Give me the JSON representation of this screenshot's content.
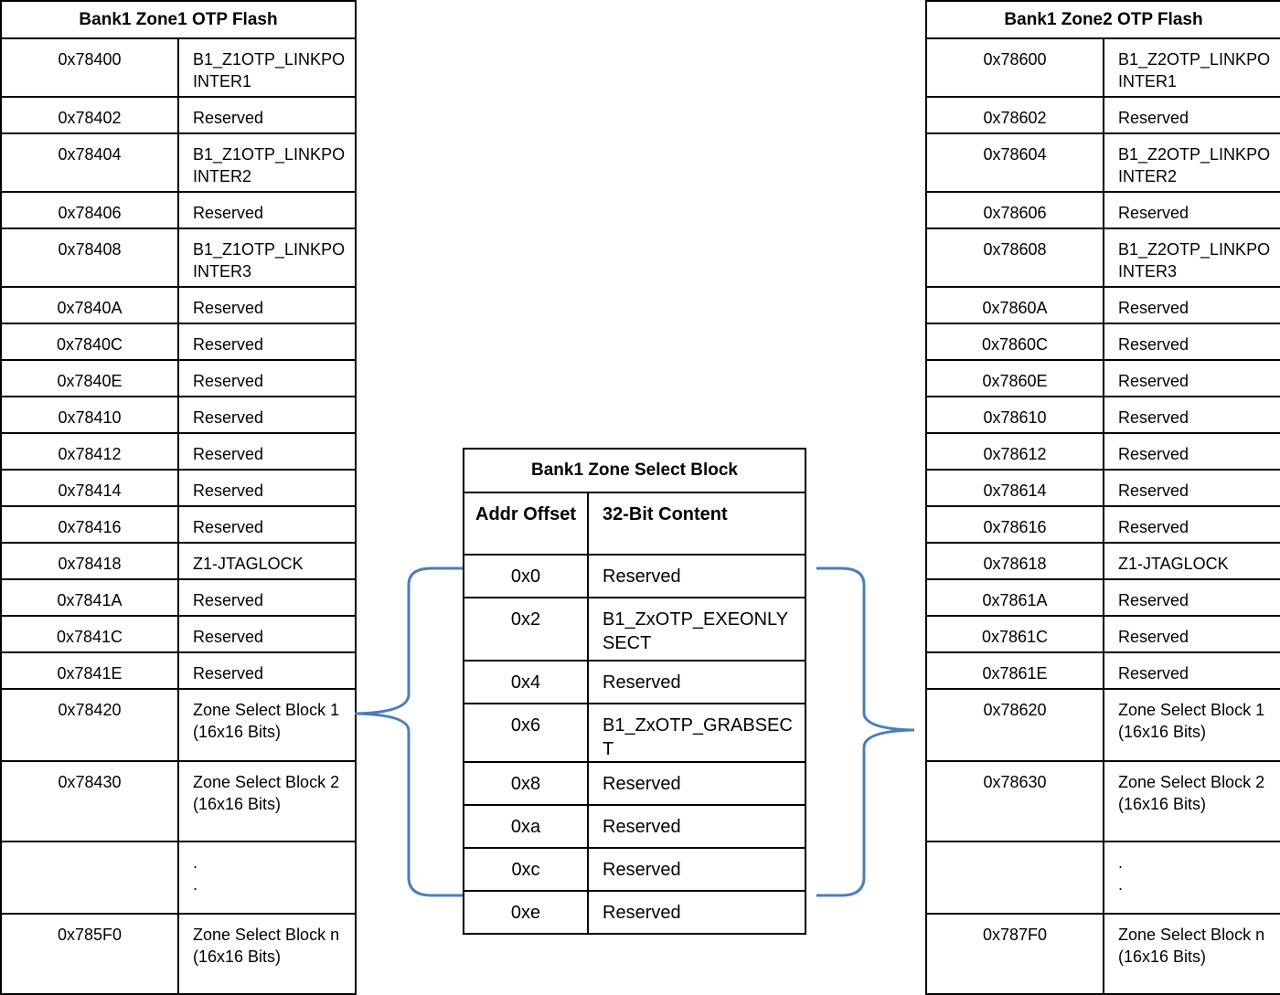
{
  "zone1": {
    "title": "Bank1 Zone1 OTP Flash",
    "rows": [
      {
        "addr": "0x78400",
        "content": "B1_Z1OTP_LINKPOINTER1"
      },
      {
        "addr": "0x78402",
        "content": "Reserved"
      },
      {
        "addr": "0x78404",
        "content": "B1_Z1OTP_LINKPOINTER2"
      },
      {
        "addr": "0x78406",
        "content": "Reserved"
      },
      {
        "addr": "0x78408",
        "content": "B1_Z1OTP_LINKPOINTER3"
      },
      {
        "addr": "0x7840A",
        "content": "Reserved"
      },
      {
        "addr": "0x7840C",
        "content": "Reserved"
      },
      {
        "addr": "0x7840E",
        "content": "Reserved"
      },
      {
        "addr": "0x78410",
        "content": "Reserved"
      },
      {
        "addr": "0x78412",
        "content": "Reserved"
      },
      {
        "addr": "0x78414",
        "content": "Reserved"
      },
      {
        "addr": "0x78416",
        "content": "Reserved"
      },
      {
        "addr": "0x78418",
        "content": "Z1-JTAGLOCK"
      },
      {
        "addr": "0x7841A",
        "content": "Reserved"
      },
      {
        "addr": "0x7841C",
        "content": "Reserved"
      },
      {
        "addr": "0x7841E",
        "content": "Reserved"
      },
      {
        "addr": "0x78420",
        "content": "Zone Select Block 1",
        "content2": "(16x16 Bits)"
      },
      {
        "addr": "0x78430",
        "content": "Zone Select Block 2",
        "content2": "(16x16 Bits)"
      },
      {
        "addr": "",
        "content": ".",
        "content2": "."
      },
      {
        "addr": "0x785F0",
        "content": "Zone Select Block n",
        "content2": "(16x16 Bits)"
      }
    ]
  },
  "zone2": {
    "title": "Bank1 Zone2 OTP Flash",
    "rows": [
      {
        "addr": "0x78600",
        "content": "B1_Z2OTP_LINKPOINTER1"
      },
      {
        "addr": "0x78602",
        "content": "Reserved"
      },
      {
        "addr": "0x78604",
        "content": "B1_Z2OTP_LINKPOINTER2"
      },
      {
        "addr": "0x78606",
        "content": "Reserved"
      },
      {
        "addr": "0x78608",
        "content": "B1_Z2OTP_LINKPOINTER3"
      },
      {
        "addr": "0x7860A",
        "content": "Reserved"
      },
      {
        "addr": "0x7860C",
        "content": "Reserved"
      },
      {
        "addr": "0x7860E",
        "content": "Reserved"
      },
      {
        "addr": "0x78610",
        "content": "Reserved"
      },
      {
        "addr": "0x78612",
        "content": "Reserved"
      },
      {
        "addr": "0x78614",
        "content": "Reserved"
      },
      {
        "addr": "0x78616",
        "content": "Reserved"
      },
      {
        "addr": "0x78618",
        "content": "Z1-JTAGLOCK"
      },
      {
        "addr": "0x7861A",
        "content": "Reserved"
      },
      {
        "addr": "0x7861C",
        "content": "Reserved"
      },
      {
        "addr": "0x7861E",
        "content": "Reserved"
      },
      {
        "addr": "0x78620",
        "content": "Zone Select Block 1",
        "content2": "(16x16 Bits)"
      },
      {
        "addr": "0x78630",
        "content": "Zone Select Block 2",
        "content2": "(16x16 Bits)"
      },
      {
        "addr": "",
        "content": ".",
        "content2": "."
      },
      {
        "addr": "0x787F0",
        "content": "Zone Select Block n",
        "content2": "(16x16 Bits)"
      }
    ]
  },
  "select_block": {
    "title": "Bank1 Zone Select Block",
    "col_addr": "Addr Offset",
    "col_content": "32-Bit Content",
    "rows": [
      {
        "addr": "0x0",
        "content": "Reserved"
      },
      {
        "addr": "0x2",
        "content": "B1_ZxOTP_EXEONLYSECT"
      },
      {
        "addr": "0x4",
        "content": "Reserved"
      },
      {
        "addr": "0x6",
        "content": "B1_ZxOTP_GRABSECT"
      },
      {
        "addr": "0x8",
        "content": "Reserved"
      },
      {
        "addr": "0xa",
        "content": "Reserved"
      },
      {
        "addr": "0xc",
        "content": "Reserved"
      },
      {
        "addr": "0xe",
        "content": "Reserved"
      }
    ]
  },
  "colors": {
    "brace": "#4a7ebb",
    "border": "#000000"
  }
}
